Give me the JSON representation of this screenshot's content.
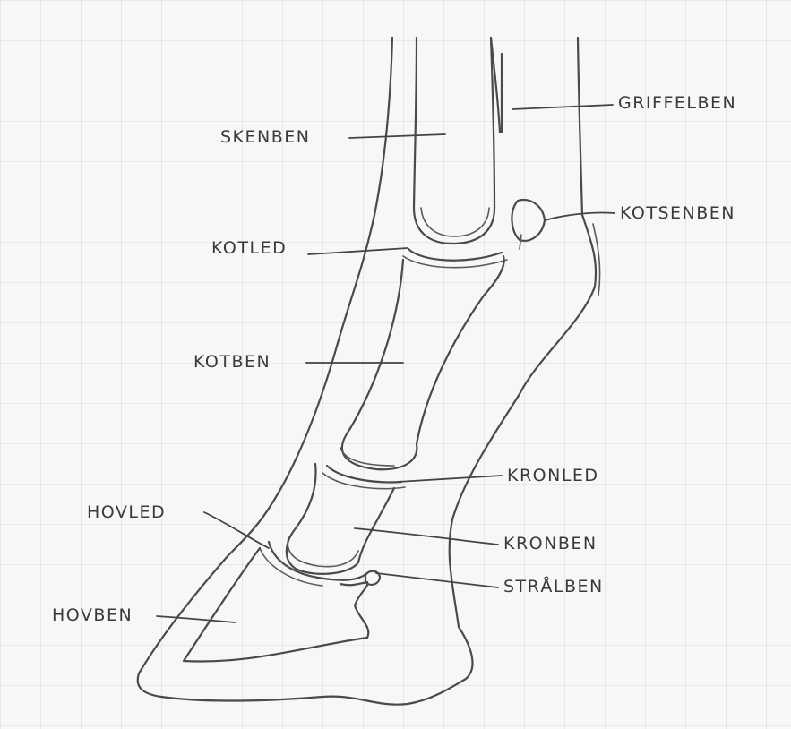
{
  "labels": {
    "griffelben": "GRIFFELBEN",
    "skenben": "SKENBEN",
    "kotsenben": "KOTSENBEN",
    "kotled": "KOTLED",
    "kotben": "KOTBEN",
    "kronled": "KRONLED",
    "hovled": "HOVLED",
    "kronben": "KRONBEN",
    "stralben": "STRÅLBEN",
    "hovben": "HOVBEN"
  }
}
